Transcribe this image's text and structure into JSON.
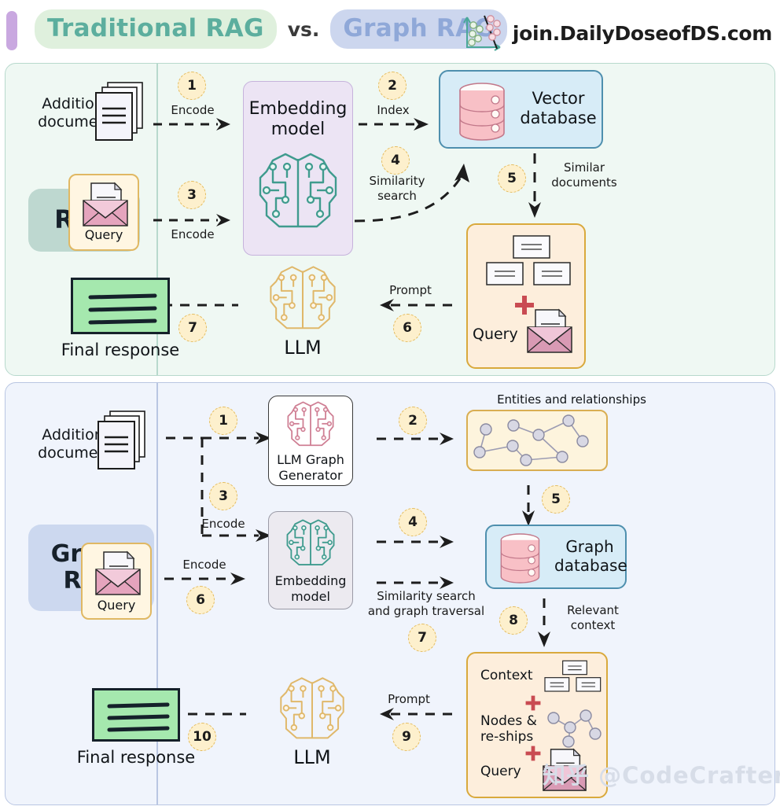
{
  "header": {
    "title_part1": "Traditional RAG",
    "title_vs": "vs.",
    "title_part2": "Graph RAG",
    "brand": "join.DailyDoseofDS.com",
    "logo_icon": "scatter-plot-icon",
    "accent_green": "#5cae9e",
    "accent_blue": "#8fa8d8",
    "accent_purple": "#c9a8e0"
  },
  "watermark": "知乎 @CodeCrafter",
  "panels": [
    {
      "id": "rag",
      "side_label": "RAG",
      "bg": "#eff8f3",
      "border": "#b8d9cd",
      "nodes": [
        {
          "name": "additional-documents",
          "label": "Additional\ndocuments",
          "icon": "documents-stack-icon"
        },
        {
          "name": "embedding-model",
          "label": "Embedding\nmodel",
          "icon": "brain-circuit-icon"
        },
        {
          "name": "vector-database",
          "label": "Vector\ndatabase",
          "icon": "database-cylinder-icon"
        },
        {
          "name": "query",
          "label": "Query",
          "icon": "envelope-document-icon"
        },
        {
          "name": "prompt-bundle",
          "label": "Query",
          "icon": "documents-plus-query-icon"
        },
        {
          "name": "llm",
          "label": "LLM",
          "icon": "brain-circuit-icon"
        },
        {
          "name": "final-response",
          "label": "Final response",
          "icon": "response-card-icon"
        }
      ],
      "steps": [
        {
          "num": "1",
          "label": "Encode"
        },
        {
          "num": "2",
          "label": "Index"
        },
        {
          "num": "3",
          "label": "Encode"
        },
        {
          "num": "4",
          "label": "Similarity\nsearch"
        },
        {
          "num": "5",
          "label": "Similar\ndocuments"
        },
        {
          "num": "6",
          "label": "Prompt"
        },
        {
          "num": "7",
          "label": ""
        }
      ]
    },
    {
      "id": "graph-rag",
      "side_label": "Graph\nRAG",
      "bg": "#f0f4fc",
      "border": "#b9c6e2",
      "nodes": [
        {
          "name": "additional-documents",
          "label": "Additional\ndocuments",
          "icon": "documents-stack-icon"
        },
        {
          "name": "llm-graph-generator",
          "label": "LLM Graph\nGenerator",
          "icon": "brain-circuit-pink-icon"
        },
        {
          "name": "entities-and-relationships",
          "label": "Entities and relationships",
          "icon": "node-graph-icon"
        },
        {
          "name": "embedding-model",
          "label": "Embedding\nmodel",
          "icon": "brain-circuit-icon"
        },
        {
          "name": "graph-database",
          "label": "Graph\ndatabase",
          "icon": "database-cylinder-icon"
        },
        {
          "name": "query",
          "label": "Query",
          "icon": "envelope-document-icon"
        },
        {
          "name": "context-bundle-context",
          "label": "Context"
        },
        {
          "name": "context-bundle-nodes",
          "label": "Nodes &\nre-ships"
        },
        {
          "name": "context-bundle-query",
          "label": "Query"
        },
        {
          "name": "llm",
          "label": "LLM",
          "icon": "brain-circuit-icon"
        },
        {
          "name": "final-response",
          "label": "Final response",
          "icon": "response-card-icon"
        }
      ],
      "steps": [
        {
          "num": "1",
          "label": ""
        },
        {
          "num": "2",
          "label": ""
        },
        {
          "num": "3",
          "label": "Encode"
        },
        {
          "num": "4",
          "label": ""
        },
        {
          "num": "5",
          "label": ""
        },
        {
          "num": "6",
          "label": "Encode"
        },
        {
          "num": "7",
          "label": "Similarity search\nand graph traversal"
        },
        {
          "num": "8",
          "label": "Relevant\ncontext"
        },
        {
          "num": "9",
          "label": "Prompt"
        },
        {
          "num": "10",
          "label": ""
        }
      ]
    }
  ],
  "t": {
    "additional_documents": "Additional\ndocuments",
    "additional_documents_l1": "Additional",
    "additional_documents_l2": "documents",
    "embedding_model_l1": "Embedding",
    "embedding_model_l2": "model",
    "vector_db_l1": "Vector",
    "vector_db_l2": "database",
    "graph_db_l1": "Graph",
    "graph_db_l2": "database",
    "llm_graph_l1": "LLM Graph",
    "llm_graph_l2": "Generator",
    "query": "Query",
    "llm": "LLM",
    "final_response": "Final response",
    "entities_rel": "Entities and relationships",
    "context": "Context",
    "nodes_l1": "Nodes &",
    "nodes_l2": "re-ships",
    "encode": "Encode",
    "index": "Index",
    "similarity_l1": "Similarity",
    "similarity_l2": "search",
    "similar_docs_l1": "Similar",
    "similar_docs_l2": "documents",
    "prompt": "Prompt",
    "simsearch_l1": "Similarity search",
    "simsearch_l2": "and graph traversal",
    "relevant_l1": "Relevant",
    "relevant_l2": "context",
    "s1": "1",
    "s2": "2",
    "s3": "3",
    "s4": "4",
    "s5": "5",
    "s6": "6",
    "s7": "7",
    "s8": "8",
    "s9": "9",
    "s10": "10",
    "g1": "1",
    "g2": "2",
    "g3": "3",
    "g4": "4",
    "g5": "5",
    "g6": "6",
    "g7": "7",
    "g8": "8",
    "g9": "9",
    "g10": "10"
  }
}
